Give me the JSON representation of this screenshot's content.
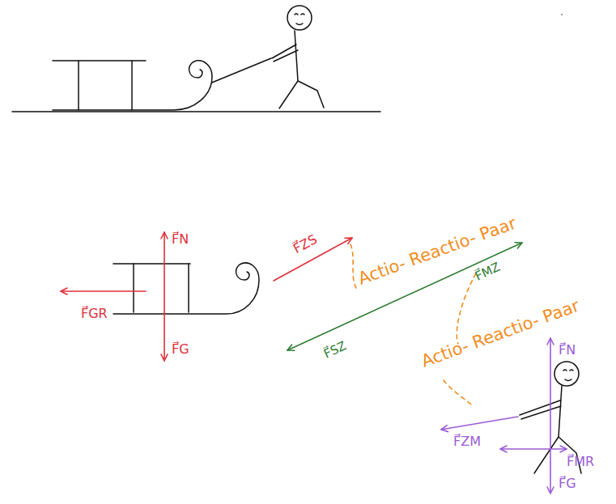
{
  "diagram": {
    "labels": [
      "F⃗N",
      "F⃗ZS",
      "F⃗GR",
      "F⃗G",
      "Actio- Reactio- Paar",
      "F⃗MZ",
      "F⃗SZ",
      "Actio- Reactio- Paar",
      "F⃗N",
      "F⃗ZM",
      "F⃗MR",
      "F⃗G"
    ]
  }
}
